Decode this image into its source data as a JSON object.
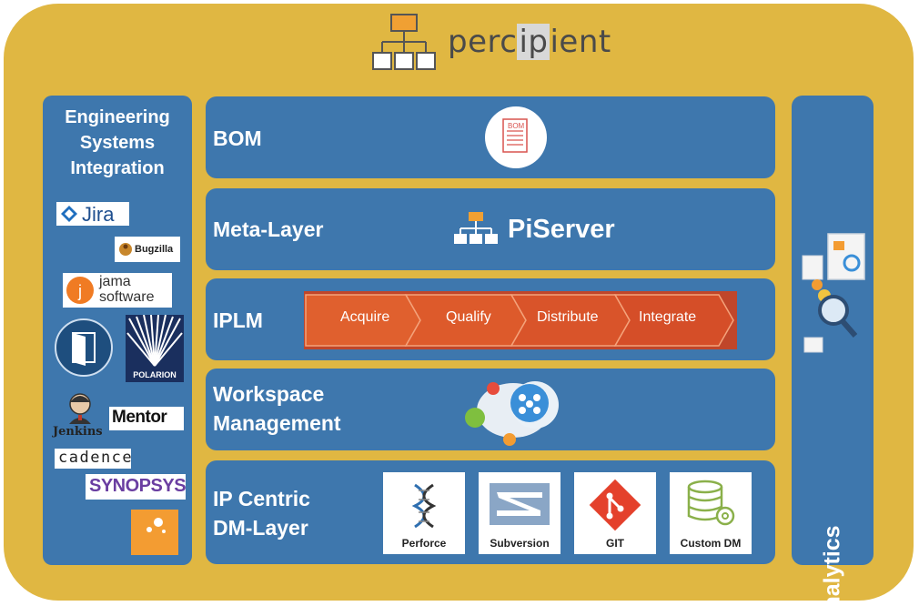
{
  "brand": {
    "name_a": "perc",
    "name_b": "ip",
    "name_c": "ient"
  },
  "left_panel": {
    "title_lines": [
      "Engineering",
      "Systems",
      "Integration"
    ],
    "logos": {
      "jira": "Jira",
      "bugzilla": "Bugzilla",
      "jama_1": "jama",
      "jama_2": "software",
      "polarion": "POLARION",
      "jenkins": "Jenkins",
      "mentor": "Mentor",
      "cadence": "cadence",
      "synopsys": "SYNOPSYS"
    }
  },
  "rows": {
    "bom": {
      "label": "BOM",
      "icon_text": "BOM"
    },
    "meta": {
      "label": "Meta-Layer",
      "server": "PiServer"
    },
    "iplm": {
      "label": "IPLM",
      "steps": [
        "Acquire",
        "Qualify",
        "Distribute",
        "Integrate"
      ]
    },
    "workspace": {
      "label_1": "Workspace",
      "label_2": "Management"
    },
    "dm": {
      "label_1": "IP Centric",
      "label_2": "DM-Layer",
      "tools": [
        "Perforce",
        "Subversion",
        "GIT",
        "Custom DM"
      ]
    }
  },
  "right_panel": {
    "label": "Analytics"
  },
  "colors": {
    "frame": "#e0b742",
    "panel": "#3e77ad",
    "chevron": "#d9572c",
    "accent_orange": "#f0a033"
  }
}
